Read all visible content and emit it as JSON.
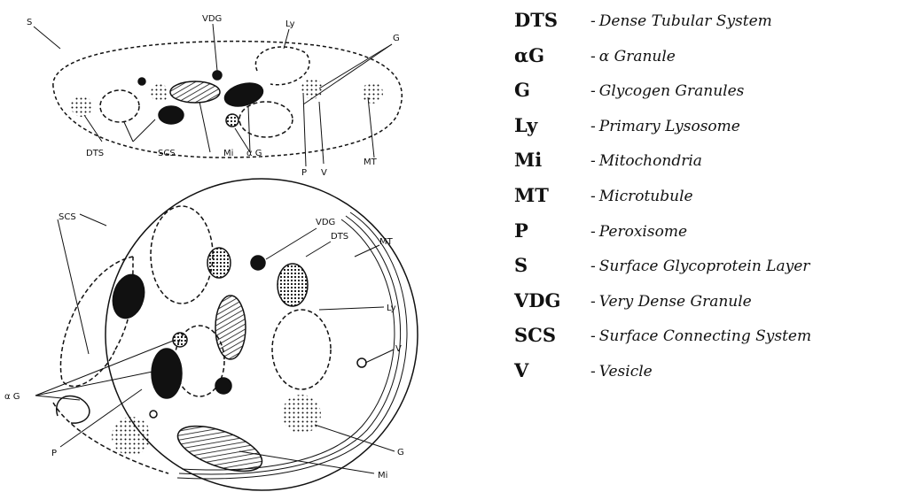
{
  "top_cell": {
    "labels": {
      "s": "S",
      "vdg": "VDG",
      "ly": "Ly",
      "g": "G",
      "dts": "DTS",
      "scs": "SCS",
      "mi": "Mi",
      "ag": "α G",
      "p": "P",
      "v": "V",
      "mt": "MT"
    }
  },
  "bottom_cell": {
    "labels": {
      "vdg": "VDG",
      "dts": "DTS",
      "scs": "SCS",
      "mt": "MT",
      "ly": "Ly",
      "v": "V",
      "ag": "α G",
      "p": "P",
      "g": "G",
      "mi": "Mi"
    }
  },
  "legend": [
    {
      "abbr": "DTS",
      "definition": "Dense Tubular System"
    },
    {
      "abbr": "αG",
      "definition": "α Granule"
    },
    {
      "abbr": "G",
      "definition": "Glycogen Granules"
    },
    {
      "abbr": "Ly",
      "definition": "Primary Lysosome"
    },
    {
      "abbr": "Mi",
      "definition": "Mitochondria"
    },
    {
      "abbr": "MT",
      "definition": "Microtubule"
    },
    {
      "abbr": "P",
      "definition": "Peroxisome"
    },
    {
      "abbr": "S",
      "definition": "Surface Glycoprotein Layer"
    },
    {
      "abbr": "VDG",
      "definition": "Very Dense Granule"
    },
    {
      "abbr": "SCS",
      "definition": "Surface Connecting System"
    },
    {
      "abbr": "V",
      "definition": "Vesicle"
    }
  ],
  "colors": {
    "ink": "#111111",
    "background": "#ffffff"
  }
}
